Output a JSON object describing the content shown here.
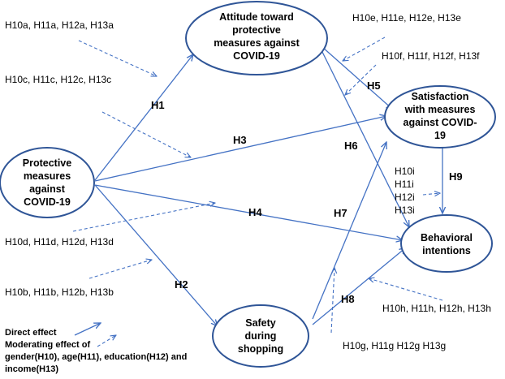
{
  "nodes": {
    "protective": [
      "Protective",
      "measures",
      "against",
      "COVID-19"
    ],
    "attitude": [
      "Attitude toward",
      "protective",
      "measures against",
      "COVID-19"
    ],
    "satisfaction": [
      "Satisfaction",
      "with measures",
      "against COVID-",
      "19"
    ],
    "behavioral": [
      "Behavioral",
      "intentions"
    ],
    "safety": [
      "Safety",
      "during",
      "shopping"
    ]
  },
  "hypotheses": {
    "h1": "H1",
    "h2": "H2",
    "h3": "H3",
    "h4": "H4",
    "h5": "H5",
    "h6": "H6",
    "h7": "H7",
    "h8": "H8",
    "h9": "H9"
  },
  "moderators": {
    "a": "H10a, H11a, H12a, H13a",
    "c": "H10c, H11c, H12c, H13c",
    "d": "H10d, H11d, H12d, H13d",
    "b": "H10b, H11b, H12b, H13b",
    "e": "H10e, H11e, H12e, H13e",
    "f": "H10f, H11f, H12f, H13f",
    "i": [
      "H10i",
      "H11i",
      "H12i",
      "H13i"
    ],
    "h": "H10h, H11h, H12h, H13h",
    "g": "H10g, H11g H12g H13g"
  },
  "legend": {
    "direct": "Direct effect",
    "moderating": "Moderating effect of",
    "line2": "gender(H10), age(H11),  education(H12) and",
    "line3": "income(H13)"
  }
}
